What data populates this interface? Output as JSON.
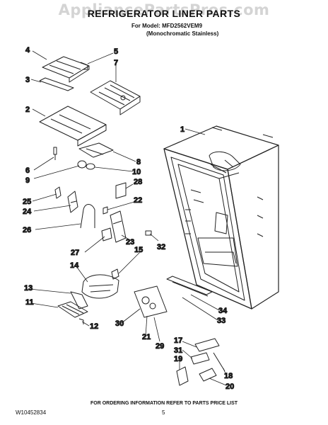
{
  "header": {
    "watermark": "AppliancePartsPros.com",
    "title": "REFRIGERATOR LINER PARTS",
    "model": "For Model: MFD2562VEM9",
    "variant": "(Monochromatic Stainless)"
  },
  "callouts": [
    "1",
    "2",
    "3",
    "4",
    "5",
    "6",
    "7",
    "8",
    "9",
    "10",
    "11",
    "12",
    "13",
    "14",
    "15",
    "17",
    "18",
    "19",
    "20",
    "21",
    "22",
    "23",
    "24",
    "25",
    "26",
    "27",
    "28",
    "29",
    "30",
    "31",
    "32",
    "33",
    "34"
  ],
  "footer": {
    "doc_number": "W10452834",
    "ordering_note": "FOR ORDERING INFORMATION REFER TO PARTS PRICE LIST",
    "page": "5"
  }
}
